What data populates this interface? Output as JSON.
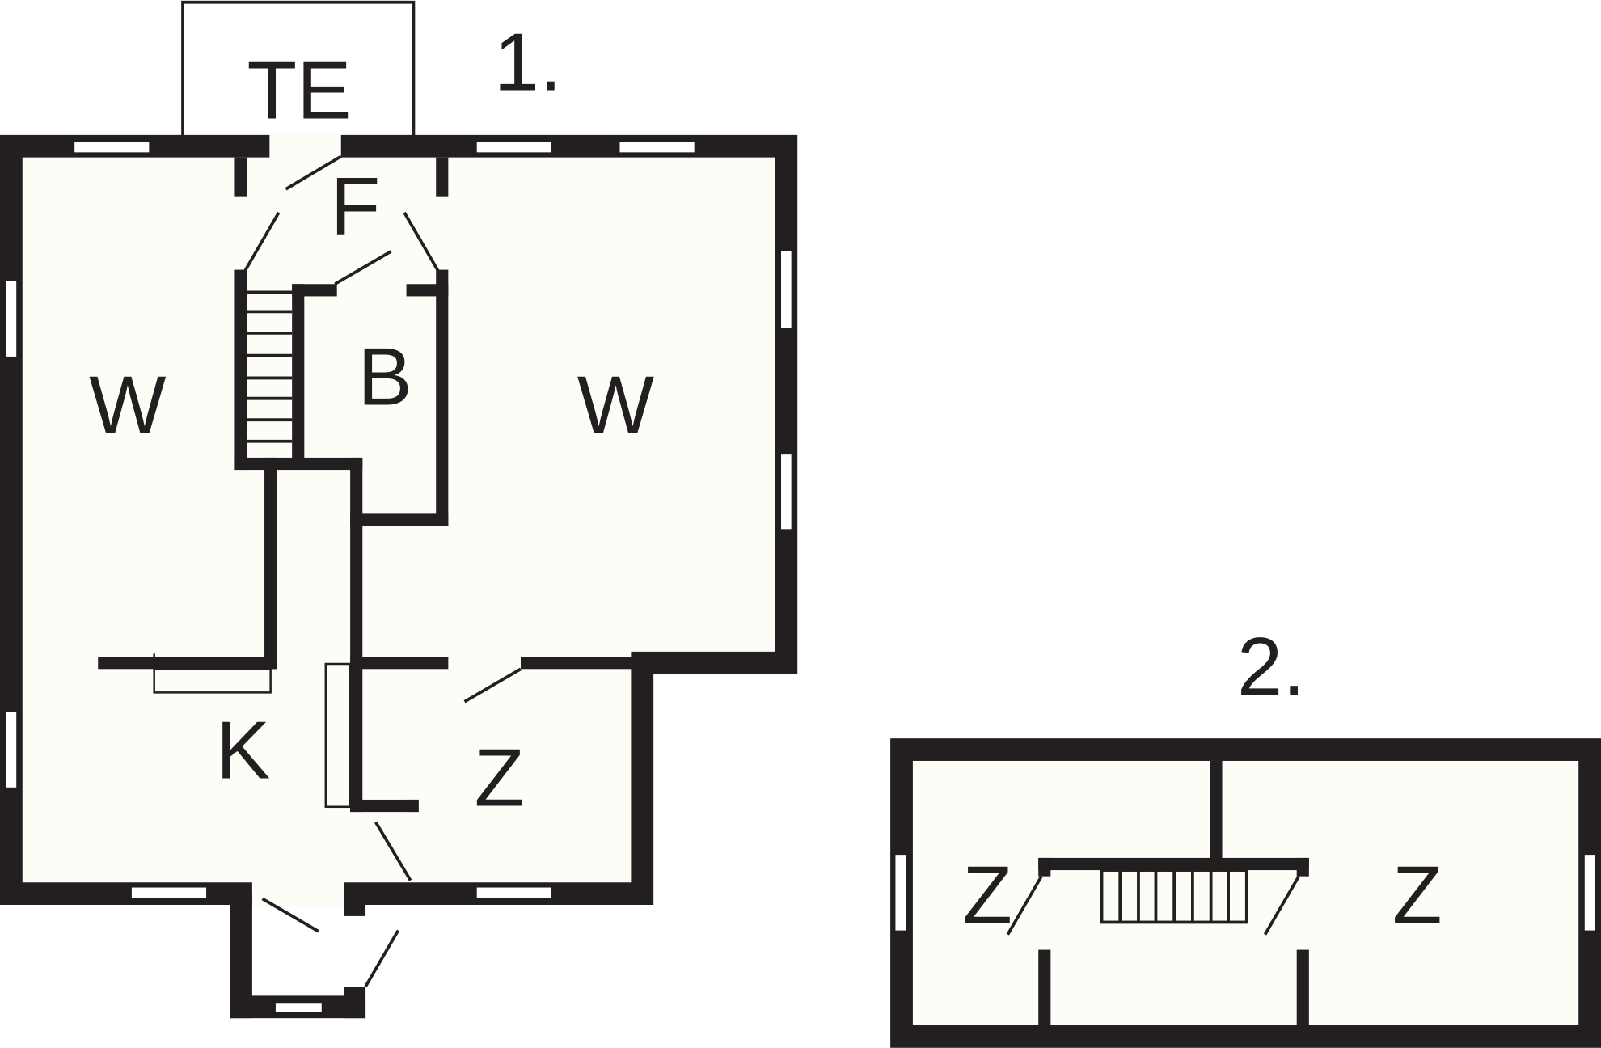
{
  "floors": [
    {
      "label": "1.",
      "rooms": [
        {
          "id": "te",
          "label": "TE"
        },
        {
          "id": "f",
          "label": "F"
        },
        {
          "id": "b",
          "label": "B"
        },
        {
          "id": "w-left",
          "label": "W"
        },
        {
          "id": "w-right",
          "label": "W"
        },
        {
          "id": "k",
          "label": "K"
        },
        {
          "id": "z",
          "label": "Z"
        }
      ]
    },
    {
      "label": "2.",
      "rooms": [
        {
          "id": "z-left",
          "label": "Z"
        },
        {
          "id": "z-right",
          "label": "Z"
        }
      ]
    }
  ],
  "colors": {
    "wall": "#231f20",
    "floor": "#fdfdf8",
    "background": "#ffffff"
  }
}
